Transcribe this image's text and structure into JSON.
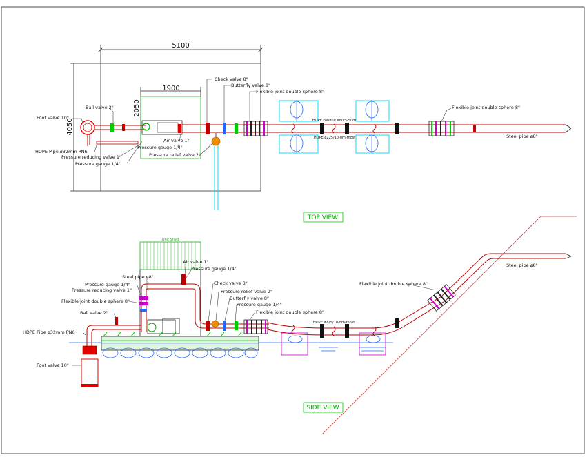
{
  "colors": {
    "pipe": "#c00000",
    "dimension": "#222222",
    "support": "#00e5ff",
    "valve_green": "#00cc00",
    "valve_magenta": "#cc00cc",
    "relief_orange": "#f08c00",
    "foot_valve": "#e00000",
    "shed_green": "#22aa22",
    "water": "#2266ff",
    "slope": "#c04040"
  },
  "dimensions": {
    "overall_width": "5100",
    "inner_width": "1900",
    "overall_height": "4050",
    "inner_height": "2050"
  },
  "top_view": {
    "title": "TOP VIEW",
    "labels": {
      "foot_valve": "Foot valve 10\"",
      "ball_valve": "Ball valve 2\"",
      "hdpe_pipe": "HDPE Pipe ø32mm PN6",
      "pressure_reducing_valve": "Pressure reducing valve 1\"",
      "pressure_gauge_lower": "Pressure gauge 1/4\"",
      "pressure_gauge_upper": "Pressure gauge 1/4\"",
      "air_valve": "Air valve 1\"",
      "pressure_relief_valve": "Pressure relief valve 2\"",
      "check_valve": "Check valve 8\"",
      "butterfly_valve": "Butterfly valve 8\"",
      "flexible_joint_left": "Flexible joint double sphere 8\"",
      "flexible_joint_right": "Flexible joint double sphere 8\"",
      "hdpe_conduit": "HDPE conduit ø80/5-50m",
      "hdpe_pipe_large": "HDPE ø225/10-8m-fhost",
      "steel_pipe": "Steel pipe ø8\""
    }
  },
  "side_view": {
    "title": "SIDE VIEW",
    "labels": {
      "shed": "Unit Shed",
      "steel_pipe_left": "Steel pipe ø8\"",
      "air_valve": "Air valve 1\"",
      "pressure_gauge_top": "Pressure gauge 1/4\"",
      "pressure_gauge_left": "Pressure gauge 1/4\"",
      "pressure_reducing_valve": "Pressure reducing valve 1\"",
      "flexible_joint_left": "Flexible joint double sphere 8\"",
      "ball_valve": "Ball valve 2\"",
      "hdpe_pipe": "HDPE Pipe ø32mm PN6",
      "foot_valve": "Foot valve 10\"",
      "check_valve": "Check valve 8\"",
      "pressure_relief_valve": "Pressure relief valve 2\"",
      "butterfly_valve": "Butterfly valve 8\"",
      "pressure_gauge_right": "Pressure gauge 1/4\"",
      "flexible_joint_mid": "Flexible joint double sphere 8\"",
      "hdpe_pipe_large": "HDPE ø225/10-8m-fhost",
      "flexible_joint_right": "Flexible joint double sphere 8\"",
      "steel_pipe_right": "Steel pipe ø8\""
    }
  }
}
